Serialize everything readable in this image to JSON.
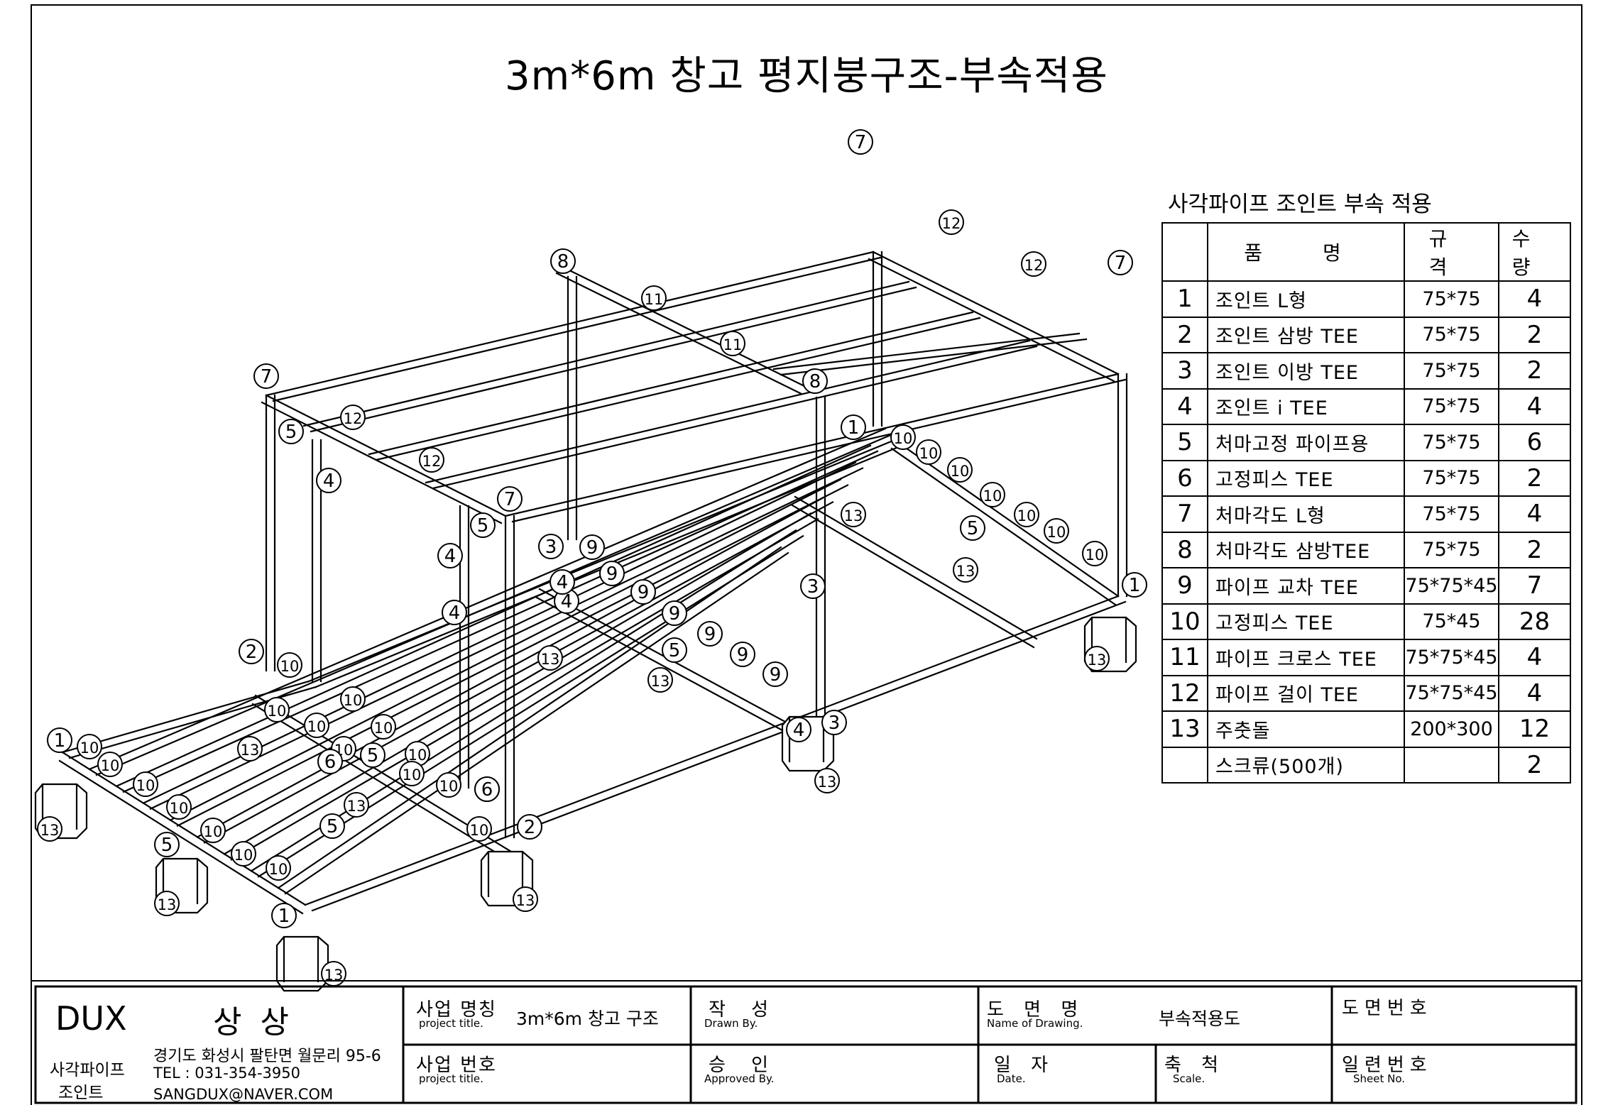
{
  "drawing_title": "3m*6m 창고 평지붕구조-부속적용",
  "parts_table": {
    "caption": "사각파이프 조인트 부속 적용",
    "headers": [
      "품 명",
      "규 격",
      "수 량"
    ],
    "rows": [
      {
        "no": "1",
        "name": "조인트 L형",
        "spec": "75*75",
        "qty": "4"
      },
      {
        "no": "2",
        "name": "조인트 삼방 TEE",
        "spec": "75*75",
        "qty": "2"
      },
      {
        "no": "3",
        "name": "조인트 이방 TEE",
        "spec": "75*75",
        "qty": "2"
      },
      {
        "no": "4",
        "name": "조인트 i TEE",
        "spec": "75*75",
        "qty": "4"
      },
      {
        "no": "5",
        "name": "처마고정 파이프용",
        "spec": "75*75",
        "qty": "6"
      },
      {
        "no": "6",
        "name": "고정피스 TEE",
        "spec": "75*75",
        "qty": "2"
      },
      {
        "no": "7",
        "name": "처마각도 L형",
        "spec": "75*75",
        "qty": "4"
      },
      {
        "no": "8",
        "name": "처마각도 삼방TEE",
        "spec": "75*75",
        "qty": "2"
      },
      {
        "no": "9",
        "name": "파이프 교차 TEE",
        "spec": "75*75*45",
        "qty": "7"
      },
      {
        "no": "10",
        "name": "고정피스 TEE",
        "spec": "75*45",
        "qty": "28"
      },
      {
        "no": "11",
        "name": "파이프 크로스 TEE",
        "spec": "75*75*45",
        "qty": "4"
      },
      {
        "no": "12",
        "name": "파이프 걸이 TEE",
        "spec": "75*75*45",
        "qty": "4"
      },
      {
        "no": "13",
        "name": "주춧돌",
        "spec": "200*300",
        "qty": "12"
      },
      {
        "no": "",
        "name": "스크류(500개)",
        "spec": "",
        "qty": "2"
      }
    ]
  },
  "title_block": {
    "company_name": "DUX",
    "company_name_kr": "상 상",
    "company_sub_1": "사각파이프",
    "company_sub_2": "조인트",
    "address": "경기도 화성시 팔탄면 월문리 95-6",
    "tel": "TEL : 031-354-3950",
    "email": "SANGDUX@NAVER.COM",
    "project_name_label": "사업 명칭",
    "project_name_en": "project title.",
    "project_name_value": "3m*6m 창고 구조",
    "drawn_label": "작 성",
    "drawn_en": "Drawn By.",
    "drawing_name_label": "도 면 명",
    "drawing_name_en": "Name of Drawing.",
    "drawing_name_value": "부속적용도",
    "drawing_no_label": "도면번호",
    "project_no_label": "사업 번호",
    "project_no_en": "project title.",
    "approved_label": "승 인",
    "approved_en": "Approved By.",
    "date_label": "일 자",
    "date_en": "Date.",
    "scale_label": "축 척",
    "scale_en": "Scale.",
    "sheet_no_label": "일련번호",
    "sheet_no_en": "Sheet No."
  },
  "callouts": [
    "1",
    "2",
    "3",
    "4",
    "5",
    "6",
    "7",
    "8",
    "9",
    "10",
    "11",
    "12",
    "13"
  ]
}
